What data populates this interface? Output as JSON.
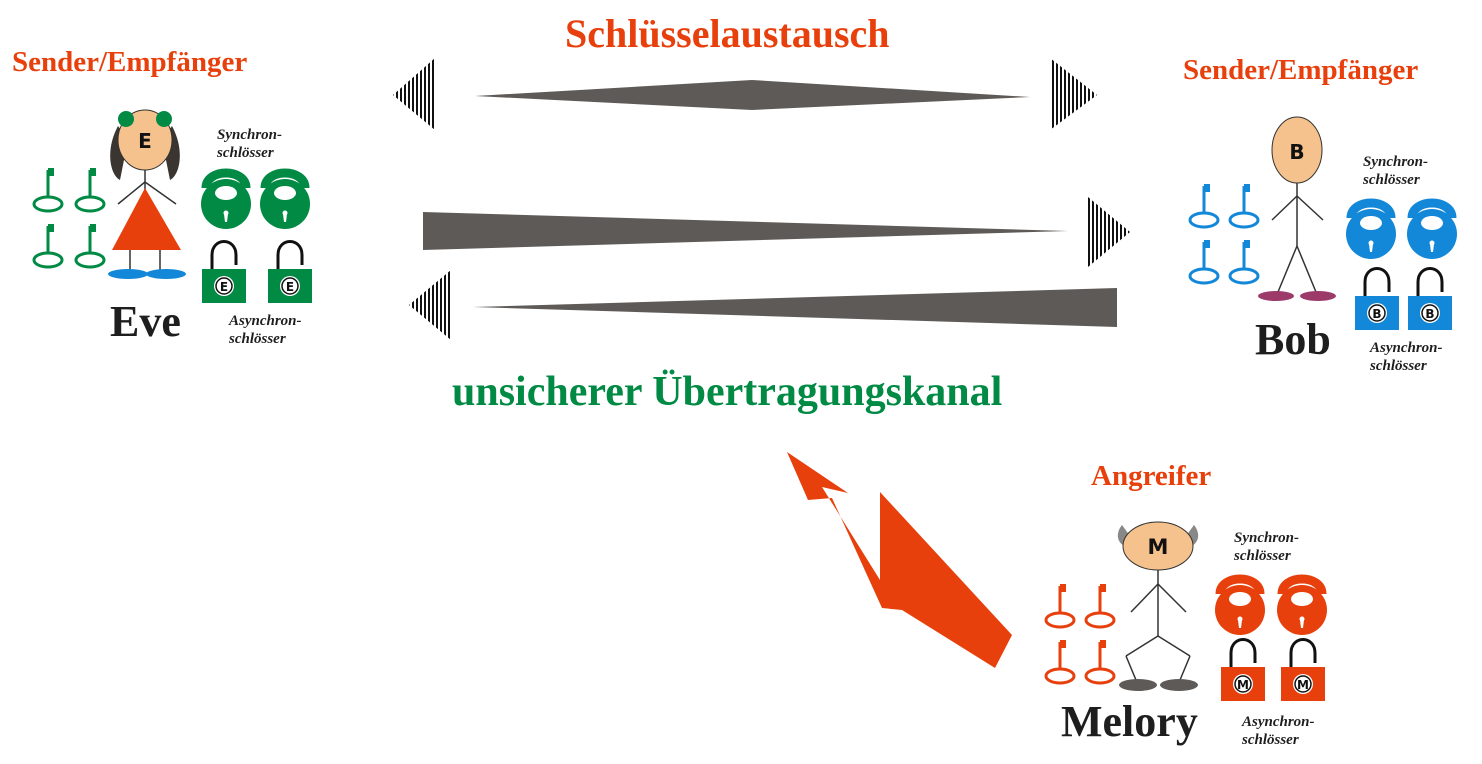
{
  "title": "Schlüsselaustausch",
  "channel_label": "unsicherer Übertragungskanal",
  "colors": {
    "title": "#e8400c",
    "channel": "#008a44",
    "arrow": "#5e5a57",
    "eve": "#008a44",
    "bob": "#1488d8",
    "melory": "#e8400c"
  },
  "eve": {
    "role": "Sender/Empfänger",
    "name": "Eve",
    "face_letter": "E",
    "sync_label_1": "Synchron-",
    "sync_label_2": "schlösser",
    "async_label_1": "Asynchron-",
    "async_label_2": "schlösser",
    "lock_letter": "E"
  },
  "bob": {
    "role": "Sender/Empfänger",
    "name": "Bob",
    "face_letter": "B",
    "sync_label_1": "Synchron-",
    "sync_label_2": "schlösser",
    "async_label_1": "Asynchron-",
    "async_label_2": "schlösser",
    "lock_letter": "B"
  },
  "melory": {
    "role": "Angreifer",
    "name": "Melory",
    "face_letter": "M",
    "sync_label_1": "Synchron-",
    "sync_label_2": "schlösser",
    "async_label_1": "Asynchron-",
    "async_label_2": "schlösser",
    "lock_letter": "M"
  }
}
